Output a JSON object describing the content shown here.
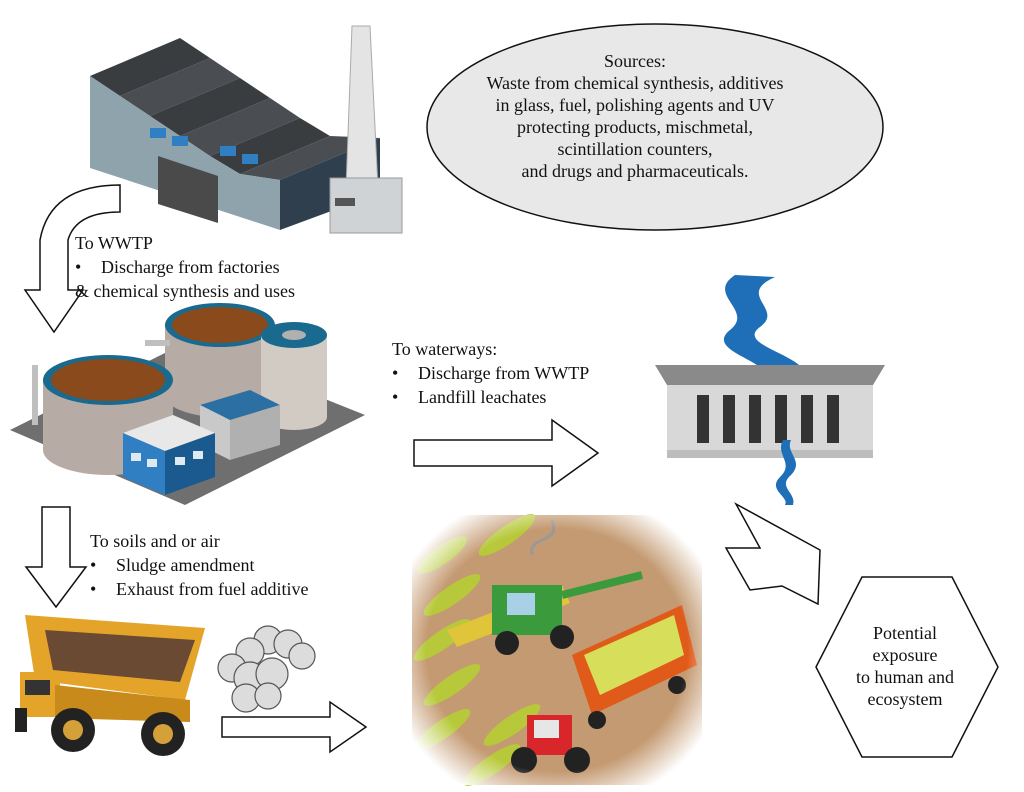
{
  "sources": {
    "lines": [
      "Sources:",
      "Waste from chemical synthesis, additives",
      "in glass, fuel, polishing agents and UV",
      "protecting products, mischmetal,",
      "scintillation  counters,",
      "and drugs and pharmaceuticals."
    ]
  },
  "wwtp_section": {
    "heading": "To WWTP",
    "bullet_symbol": "•",
    "line1": "Discharge from factories",
    "line2": "& chemical synthesis and uses"
  },
  "waterways_section": {
    "heading": "To waterways:",
    "bullet_symbol": "•",
    "items": [
      "Discharge from WWTP",
      "Landfill  leachates"
    ]
  },
  "soils_section": {
    "heading": "To soils and or air",
    "bullet_symbol": "•",
    "items": [
      "Sludge amendment",
      "Exhaust from fuel additive"
    ]
  },
  "exposure": {
    "lines": [
      "Potential",
      "exposure",
      "to human and",
      "ecosystem"
    ]
  },
  "colors": {
    "factory_wall": "#8fa3ad",
    "factory_roof": "#3a3d40",
    "tank_brown": "#8a4a1c",
    "tank_teal": "#1a6a8f",
    "river_blue": "#1e6fb8",
    "truck_yellow": "#e4a42a",
    "harvester_green": "#3a9a3c",
    "trailer_orange": "#e05a1a"
  }
}
